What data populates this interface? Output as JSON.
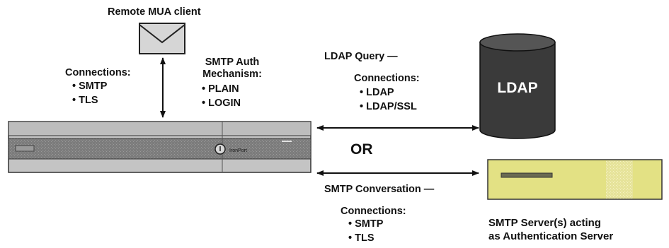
{
  "client": {
    "title": "Remote MUA client",
    "connections_label": "Connections:",
    "connections": [
      "SMTP",
      "TLS"
    ]
  },
  "auth": {
    "title_line1": "SMTP Auth",
    "title_line2": "Mechanism:",
    "mechanisms": [
      "PLAIN",
      "LOGIN"
    ]
  },
  "appliance": {
    "brand": "IronPort"
  },
  "ldap": {
    "query_label": "LDAP Query —",
    "connections_label": "Connections:",
    "connections": [
      "LDAP",
      "LDAP/SSL"
    ],
    "db_label": "LDAP"
  },
  "separator": "OR",
  "smtp": {
    "conversation_label": "SMTP Conversation —",
    "connections_label": "Connections:",
    "connections": [
      "SMTP",
      "TLS"
    ],
    "server_line1": "SMTP Server(s) acting",
    "server_line2": "as Authentication Server"
  },
  "colors": {
    "appliance_light": "#c8c8c8",
    "appliance_dark": "#7a7a7a",
    "cylinder": "#3a3a3a",
    "server_body": "#e3e184",
    "envelope": "#d6d6d6"
  }
}
